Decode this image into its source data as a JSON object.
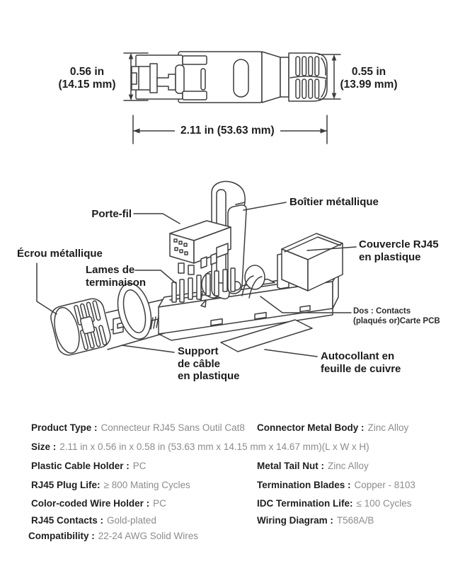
{
  "page": {
    "background": "#ffffff",
    "line_color": "#3d3d3d",
    "label_color": "#1b1b1b",
    "value_color": "#8c8c8c"
  },
  "dimension_view": {
    "front_height_line1": "0.56 in",
    "front_height_line2": "(14.15 mm)",
    "rear_height_line1": "0.55 in",
    "rear_height_line2": "(13.99 mm)",
    "length": "2.11 in (53.63 mm)"
  },
  "exploded_view": {
    "labels": {
      "porte_fil": "Porte-fil",
      "boitier_metallique": "Boîtier métallique",
      "ecrou_metallique": "Écrou métallique",
      "lames_de_terminaison": "Lames de\nterminaison",
      "couvercle_rj45": "Couvercle RJ45\nen plastique",
      "dos_contacts": "Dos : Contacts\n(plaqués or)Carte PCB",
      "support_cable": "Support\nde câble\nen plastique",
      "autocollant_cuivre": "Autocollant en\nfeuille de cuivre"
    }
  },
  "specs": {
    "size": {
      "label": "Size :",
      "value": "2.11 in x 0.56 in x 0.58 in (53.63 mm x 14.15 mm x 14.67 mm)(L x W x H)"
    },
    "left": [
      {
        "label": "Product Type :",
        "value": "Connecteur RJ45 Sans Outil Cat8"
      },
      {
        "label": "Plastic Cable Holder :",
        "value": "PC"
      },
      {
        "label": "RJ45 Plug Life:",
        "value": "≥ 800 Mating Cycles"
      },
      {
        "label": "Color-coded Wire Holder :",
        "value": "PC"
      },
      {
        "label": "RJ45 Contacts :",
        "value": "Gold-plated"
      },
      {
        "label": "Compatibility :",
        "value": "22-24 AWG Solid Wires"
      }
    ],
    "right": [
      {
        "label": "Connector Metal Body :",
        "value": "Zinc Alloy"
      },
      {
        "label": "Metal Tail Nut :",
        "value": "Zinc Alloy"
      },
      {
        "label": "Termination Blades :",
        "value": "Copper - 8103"
      },
      {
        "label": "IDC Termination Life:",
        "value": "≤ 100 Cycles"
      },
      {
        "label": "Wiring Diagram :",
        "value": "T568A/B"
      }
    ]
  }
}
